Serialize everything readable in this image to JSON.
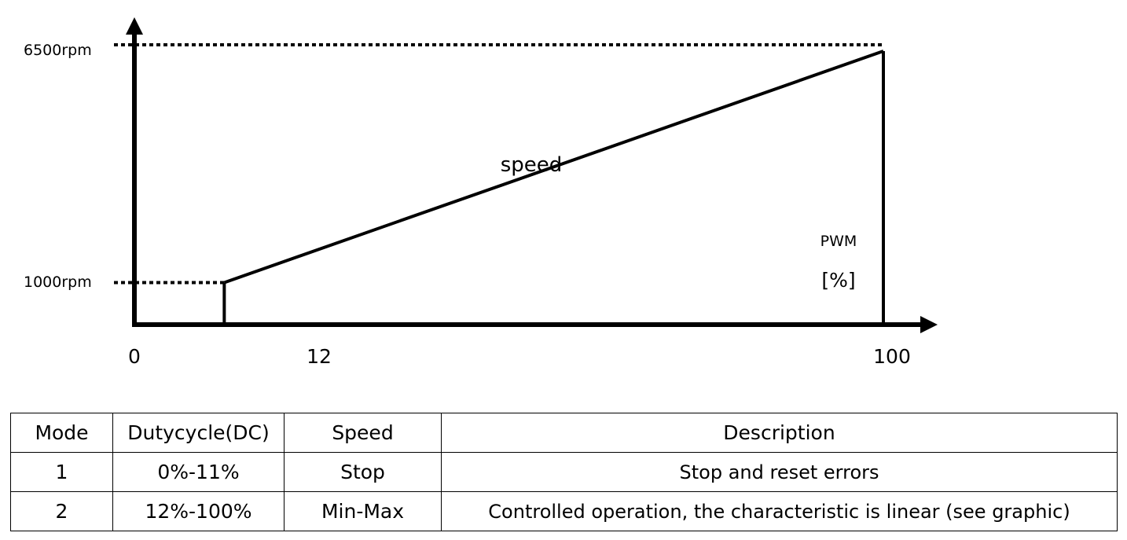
{
  "chart_data": {
    "type": "line",
    "x": [
      12,
      100
    ],
    "y": [
      1000,
      6500
    ],
    "xlim": [
      0,
      100
    ],
    "ylim": [
      0,
      6500
    ],
    "x_ticks": [
      "0",
      "12",
      "100"
    ],
    "y_ticks": [
      "1000rpm",
      "6500rpm"
    ],
    "xlabel": "PWM",
    "xlabel_unit": "[%]",
    "annotations": [
      "speed"
    ],
    "grid": false
  },
  "table": {
    "headers": [
      "Mode",
      "Dutycycle(DC)",
      "Speed",
      "Description"
    ],
    "rows": [
      [
        "1",
        "0%-11%",
        "Stop",
        "Stop and reset errors"
      ],
      [
        "2",
        "12%-100%",
        "Min-Max",
        "Controlled operation, the characteristic is linear (see graphic)"
      ]
    ]
  }
}
